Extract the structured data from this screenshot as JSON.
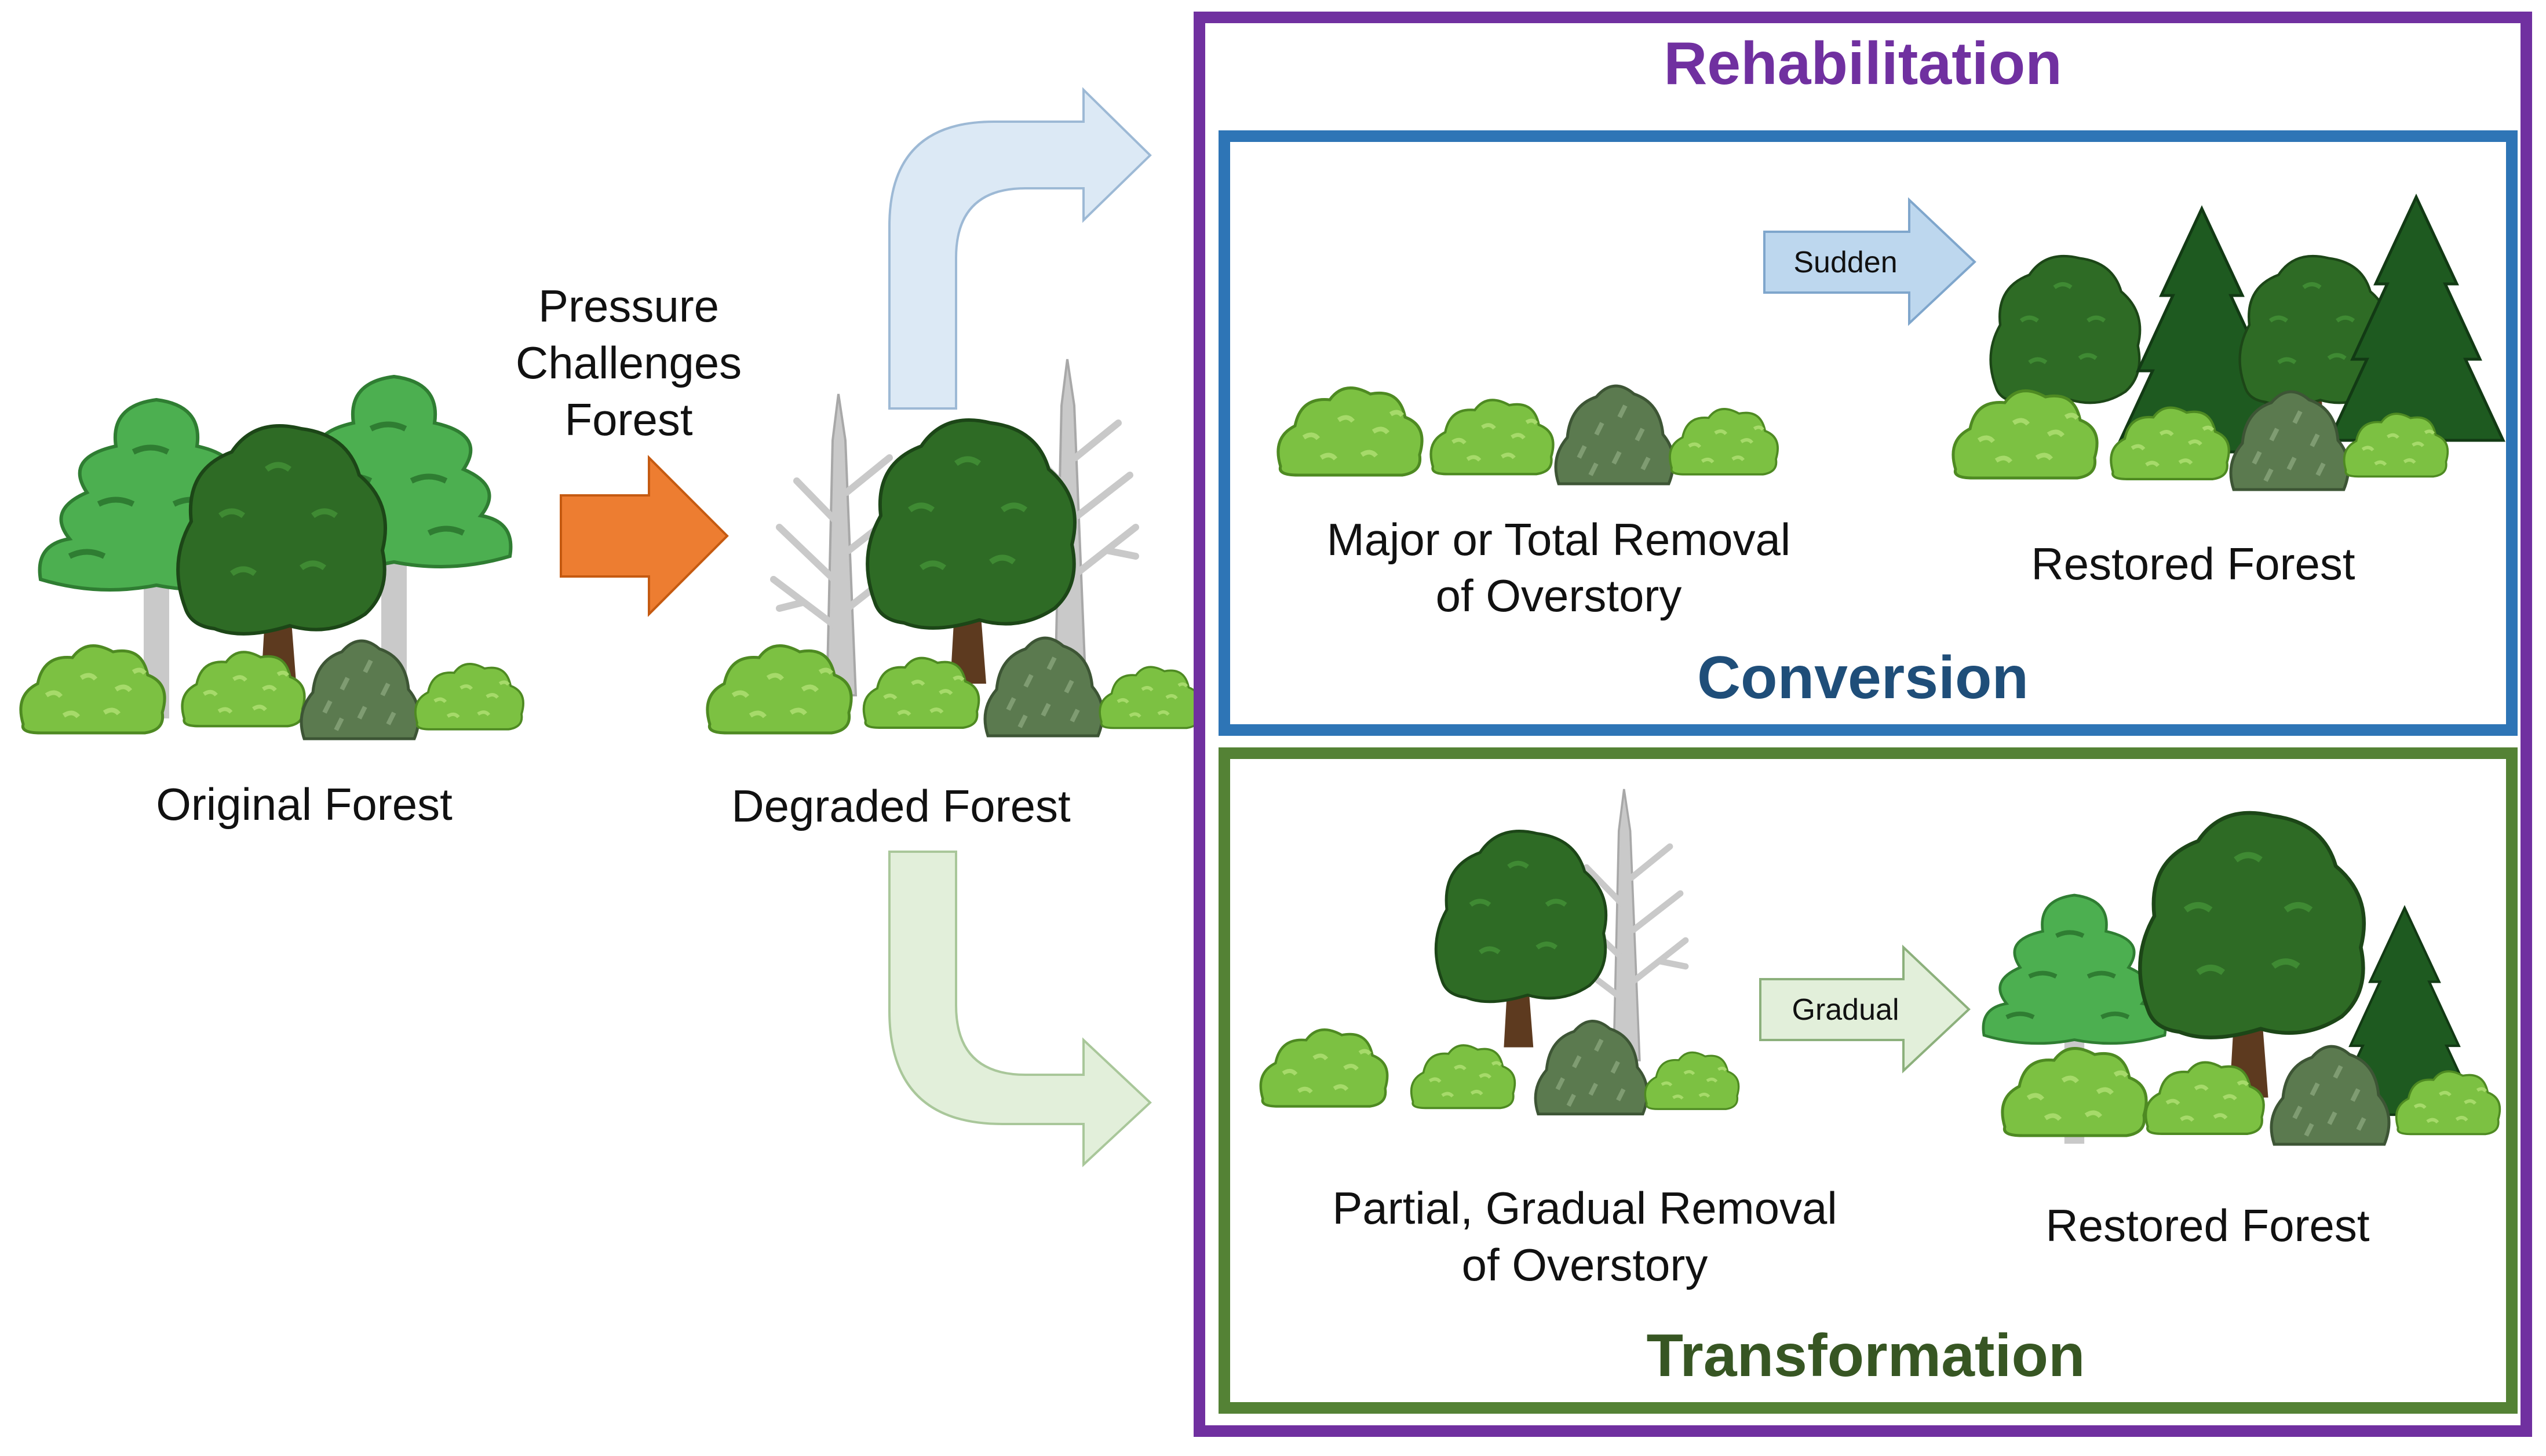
{
  "colors": {
    "rehabilitation": "#7030A0",
    "conversion": "#2E75B6",
    "conversion_text": "#1F4E79",
    "transformation": "#548235",
    "transformation_text": "#375623",
    "pressure_arrow": "#ED7D31",
    "sudden_arrow": "#BDD7EE",
    "gradual_arrow": "#E2EFDA",
    "bush_light": "#7CC142",
    "bush_dark": "#5B7A4F",
    "tree_dark": "#2E6B25",
    "tree_light": "#4CAF50",
    "conifer": "#1E5A20",
    "trunk": "#5D3A1F",
    "dead_tree": "#C9C9C9"
  },
  "labels": {
    "original_forest": "Original Forest",
    "pressure_line1": "Pressure",
    "pressure_line2": "Challenges",
    "pressure_line3": "Forest",
    "degraded_forest": "Degraded Forest",
    "rehabilitation": "Rehabilitation",
    "conversion": "Conversion",
    "transformation": "Transformation",
    "sudden": "Sudden",
    "gradual": "Gradual",
    "conversion_removal_line1": "Major or Total Removal",
    "conversion_removal_line2": "of Overstory",
    "conversion_result": "Restored Forest",
    "transformation_removal_line1": "Partial, Gradual Removal",
    "transformation_removal_line2": "of Overstory",
    "transformation_result": "Restored Forest"
  }
}
